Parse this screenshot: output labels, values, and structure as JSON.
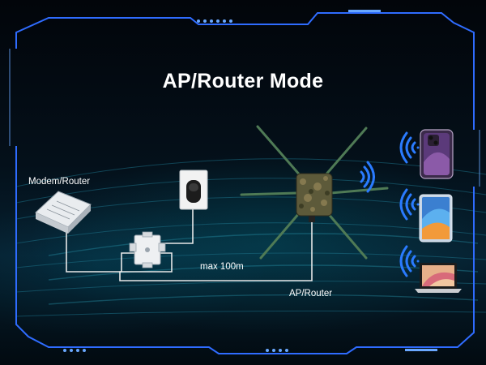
{
  "title": "AP/Router Mode",
  "labels": {
    "modem_router": "Modem/Router",
    "distance": "max 100m",
    "ap_router": "AP/Router"
  },
  "colors": {
    "frame": "#2f6cff",
    "frame_glow": "#6aa8ff",
    "cable": "#e8e8e8",
    "wifi": "#2a7bff",
    "antenna": "#4f7a55"
  },
  "icons": [
    "modem-router-icon",
    "poe-injector-icon",
    "power-adapter-icon",
    "ap-router-icon",
    "wifi-icon",
    "smartphone-icon",
    "tablet-icon",
    "laptop-icon"
  ]
}
